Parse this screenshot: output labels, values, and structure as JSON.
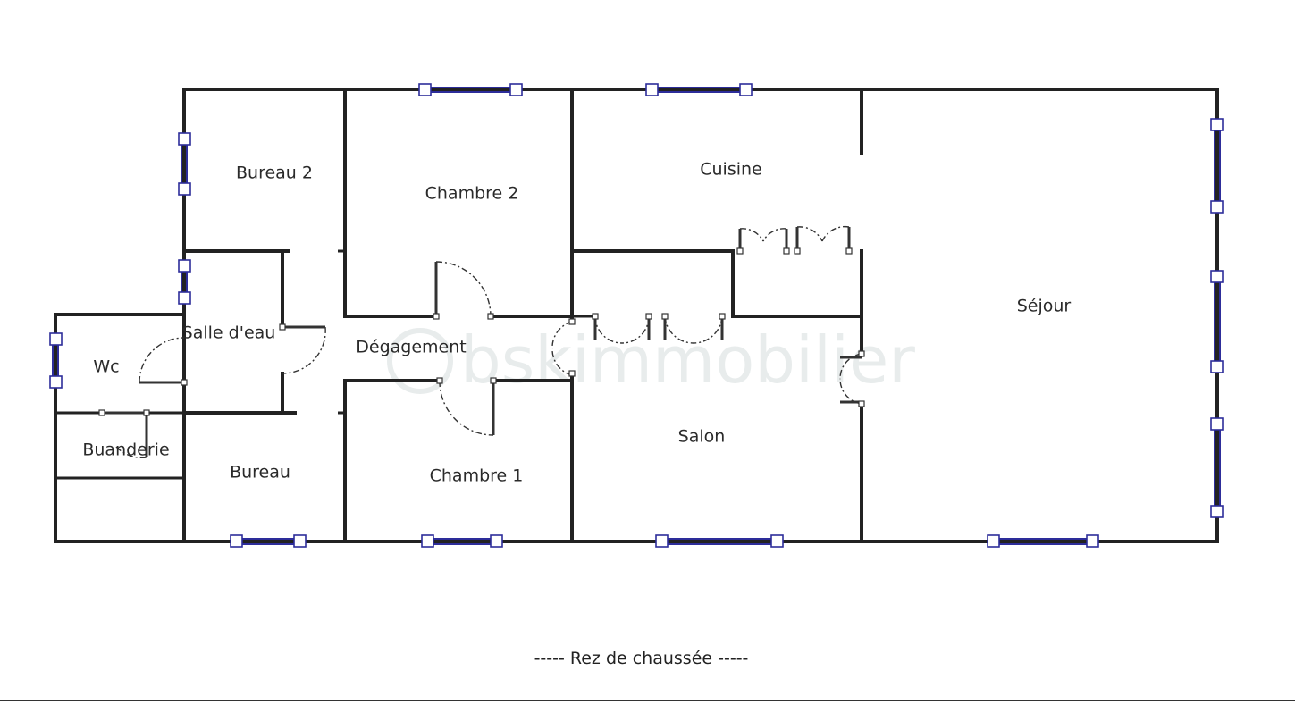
{
  "floor_label": "----- Rez de chaussée -----",
  "watermark": "bskimmobilier",
  "rooms": {
    "bureau2": "Bureau 2",
    "chambre2": "Chambre 2",
    "cuisine": "Cuisine",
    "sejour": "Séjour",
    "salle_eau": "Salle d'eau",
    "degagement": "Dégagement",
    "wc": "Wc",
    "buanderie": "Buanderie",
    "bureau": "Bureau",
    "chambre1": "Chambre 1",
    "salon": "Salon"
  },
  "colors": {
    "wall": "#222222",
    "window": "#2d2d9a",
    "background": "#ffffff"
  }
}
